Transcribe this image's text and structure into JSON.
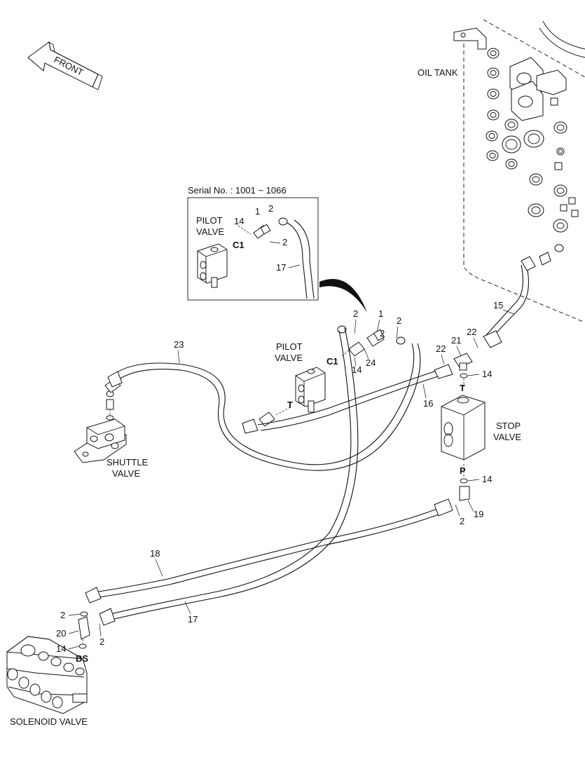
{
  "labels": {
    "front": "FRONT",
    "oil_tank": "OIL TANK",
    "inset_serial": "Serial No. : 1001 ~ 1066",
    "pilot_valve_l1": "PILOT",
    "pilot_valve_l2": "VALVE",
    "stop_valve_l1": "STOP",
    "stop_valve_l2": "VALVE",
    "shuttle_valve_l1": "SHUTTLE",
    "shuttle_valve_l2": "VALVE",
    "solenoid_valve": "SOLENOID VALVE"
  },
  "ports": {
    "c1": "C1",
    "t": "T",
    "p": "P",
    "bs": "BS"
  },
  "callouts": {
    "n1": "1",
    "n2": "2",
    "n14": "14",
    "n15": "15",
    "n16": "16",
    "n17": "17",
    "n18": "18",
    "n19": "19",
    "n20": "20",
    "n21": "21",
    "n22": "22",
    "n23": "23",
    "n24": "24"
  }
}
